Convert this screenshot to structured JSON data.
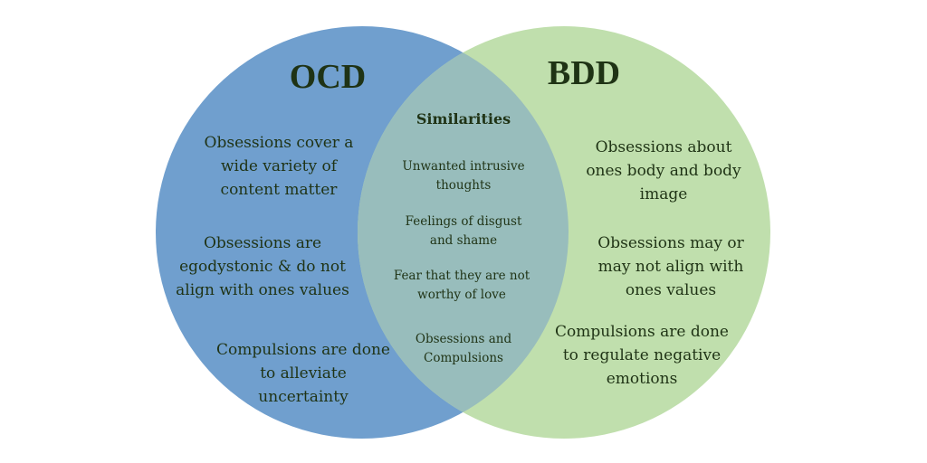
{
  "colors": {
    "ocd": "#709fce",
    "bdd": "#c0dfad",
    "overlap": "#98bdbc",
    "text": "#1f3315"
  },
  "ocd": {
    "title": "OCD",
    "items": [
      "Obsessions cover a wide variety of content matter",
      "Obsessions are egodystonic & do not align with ones values",
      "Compulsions are done to alleviate uncertainty"
    ]
  },
  "bdd": {
    "title": "BDD",
    "items": [
      "Obsessions about ones body and body image",
      "Obsessions may or may not align with ones values",
      "Compulsions are done to regulate negative emotions"
    ]
  },
  "similarities": {
    "title": "Similarities",
    "items": [
      "Unwanted intrusive thoughts",
      "Feelings of disgust and shame",
      "Fear that they are not worthy of love",
      "Obsessions and Compulsions"
    ]
  }
}
